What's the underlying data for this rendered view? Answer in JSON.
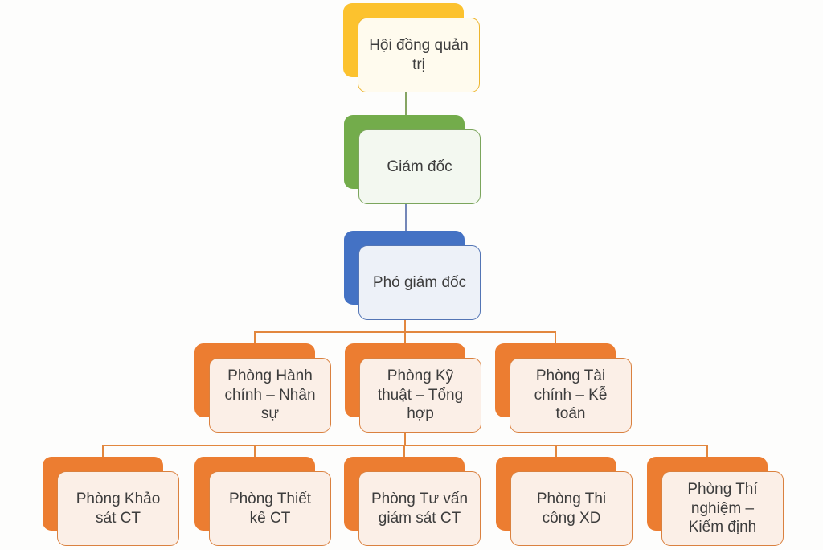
{
  "colors": {
    "yellow": "#FCC22E",
    "yellow-border": "#EDB52D",
    "yellow-fill": "#FFFBEE",
    "green": "#73AC4B",
    "green-border": "#7BA55C",
    "green-fill": "#F3F8F0",
    "blue": "#4472C4",
    "blue-border": "#5375B5",
    "blue-fill": "#EDF1F8",
    "orange": "#EC7D31",
    "orange-border": "#DA813F",
    "orange-fill": "#FBEFE7",
    "line-green": "#86A563",
    "line-blue": "#7487B8",
    "line-orange": "#E2873E",
    "text": "#3D3D3D",
    "background": "#FDFDFC"
  },
  "diagram": {
    "type": "org-chart",
    "edges_by_node_index": [
      [
        0,
        1
      ],
      [
        1,
        2
      ],
      [
        2,
        3
      ],
      [
        2,
        4
      ],
      [
        2,
        5
      ],
      [
        4,
        6
      ],
      [
        4,
        7
      ],
      [
        4,
        8
      ],
      [
        4,
        9
      ],
      [
        4,
        10
      ]
    ]
  },
  "nodes": [
    {
      "label": "Hội đồng quản\ntrị",
      "level": 1,
      "theme": "yellow"
    },
    {
      "label": "Giám đốc",
      "level": 2,
      "theme": "green"
    },
    {
      "label": "Phó giám đốc",
      "level": 3,
      "theme": "blue"
    },
    {
      "label": "Phòng Hành\nchính – Nhân\nsự",
      "level": 4,
      "theme": "orange"
    },
    {
      "label": "Phòng Kỹ\nthuật – Tổng\nhợp",
      "level": 4,
      "theme": "orange"
    },
    {
      "label": "Phòng Tài\nchính – Kễ\ntoán",
      "level": 4,
      "theme": "orange"
    },
    {
      "label": "Phòng Khảo\nsát CT",
      "level": 5,
      "theme": "orange"
    },
    {
      "label": "Phòng Thiết\nkế CT",
      "level": 5,
      "theme": "orange"
    },
    {
      "label": "Phòng Tư vấn\ngiám sát CT",
      "level": 5,
      "theme": "orange"
    },
    {
      "label": "Phòng Thi\ncông XD",
      "level": 5,
      "theme": "orange"
    },
    {
      "label": "Phòng Thí\nnghiệm –\nKiểm định",
      "level": 5,
      "theme": "orange"
    }
  ]
}
